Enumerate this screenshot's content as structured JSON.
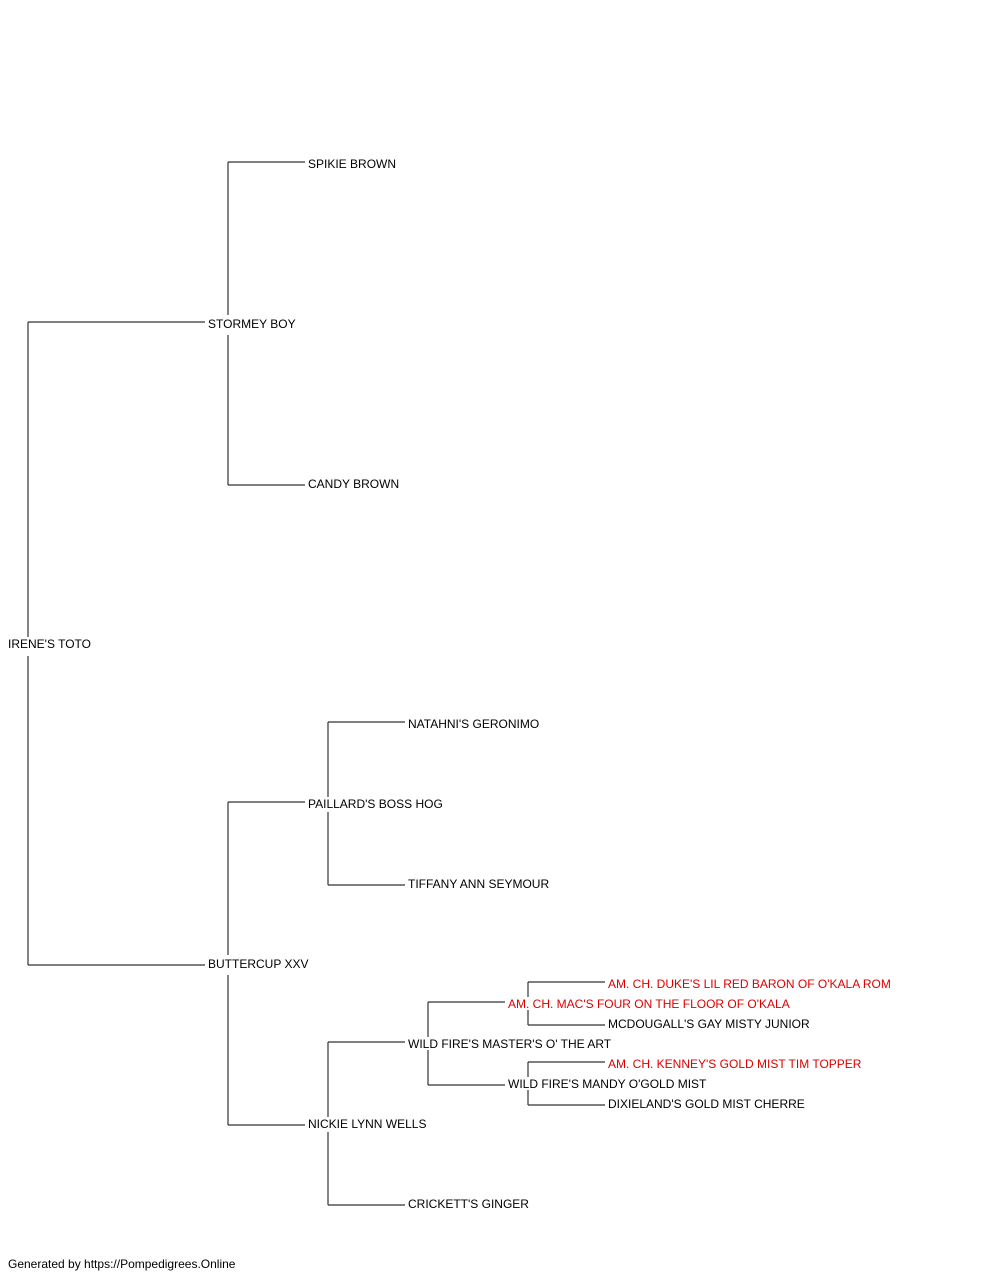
{
  "colors": {
    "line": "#333333",
    "text": "#000000",
    "champion": "#dd0000"
  },
  "pedigree": {
    "subject": "IRENE'S TOTO",
    "sire": "STORMEY BOY",
    "sire_sire": "SPIKIE BROWN",
    "sire_dam": "CANDY BROWN",
    "dam": "BUTTERCUP XXV",
    "dam_sire": "PAILLARD'S BOSS HOG",
    "dam_sire_sire": "NATAHNI'S GERONIMO",
    "dam_sire_dam": "TIFFANY ANN SEYMOUR",
    "dam_dam": "NICKIE LYNN WELLS",
    "dam_dam_sire": "WILD FIRE'S MASTER'S O' THE ART",
    "dam_dam_sire_sire": "AM. CH. MAC'S FOUR ON THE FLOOR OF O'KALA",
    "dam_dam_sire_sire_sire": "AM. CH. DUKE'S LIL RED BARON OF O'KALA ROM",
    "dam_dam_sire_sire_dam": "MCDOUGALL'S GAY MISTY JUNIOR",
    "dam_dam_sire_dam": "WILD FIRE'S MANDY O'GOLD MIST",
    "dam_dam_sire_dam_sire": "AM. CH. KENNEY'S GOLD MIST TIM TOPPER",
    "dam_dam_sire_dam_dam": "DIXIELAND'S GOLD MIST CHERRE",
    "dam_dam_dam": "CRICKETT'S GINGER"
  },
  "footer": "Generated by https://Pompedigrees.Online"
}
